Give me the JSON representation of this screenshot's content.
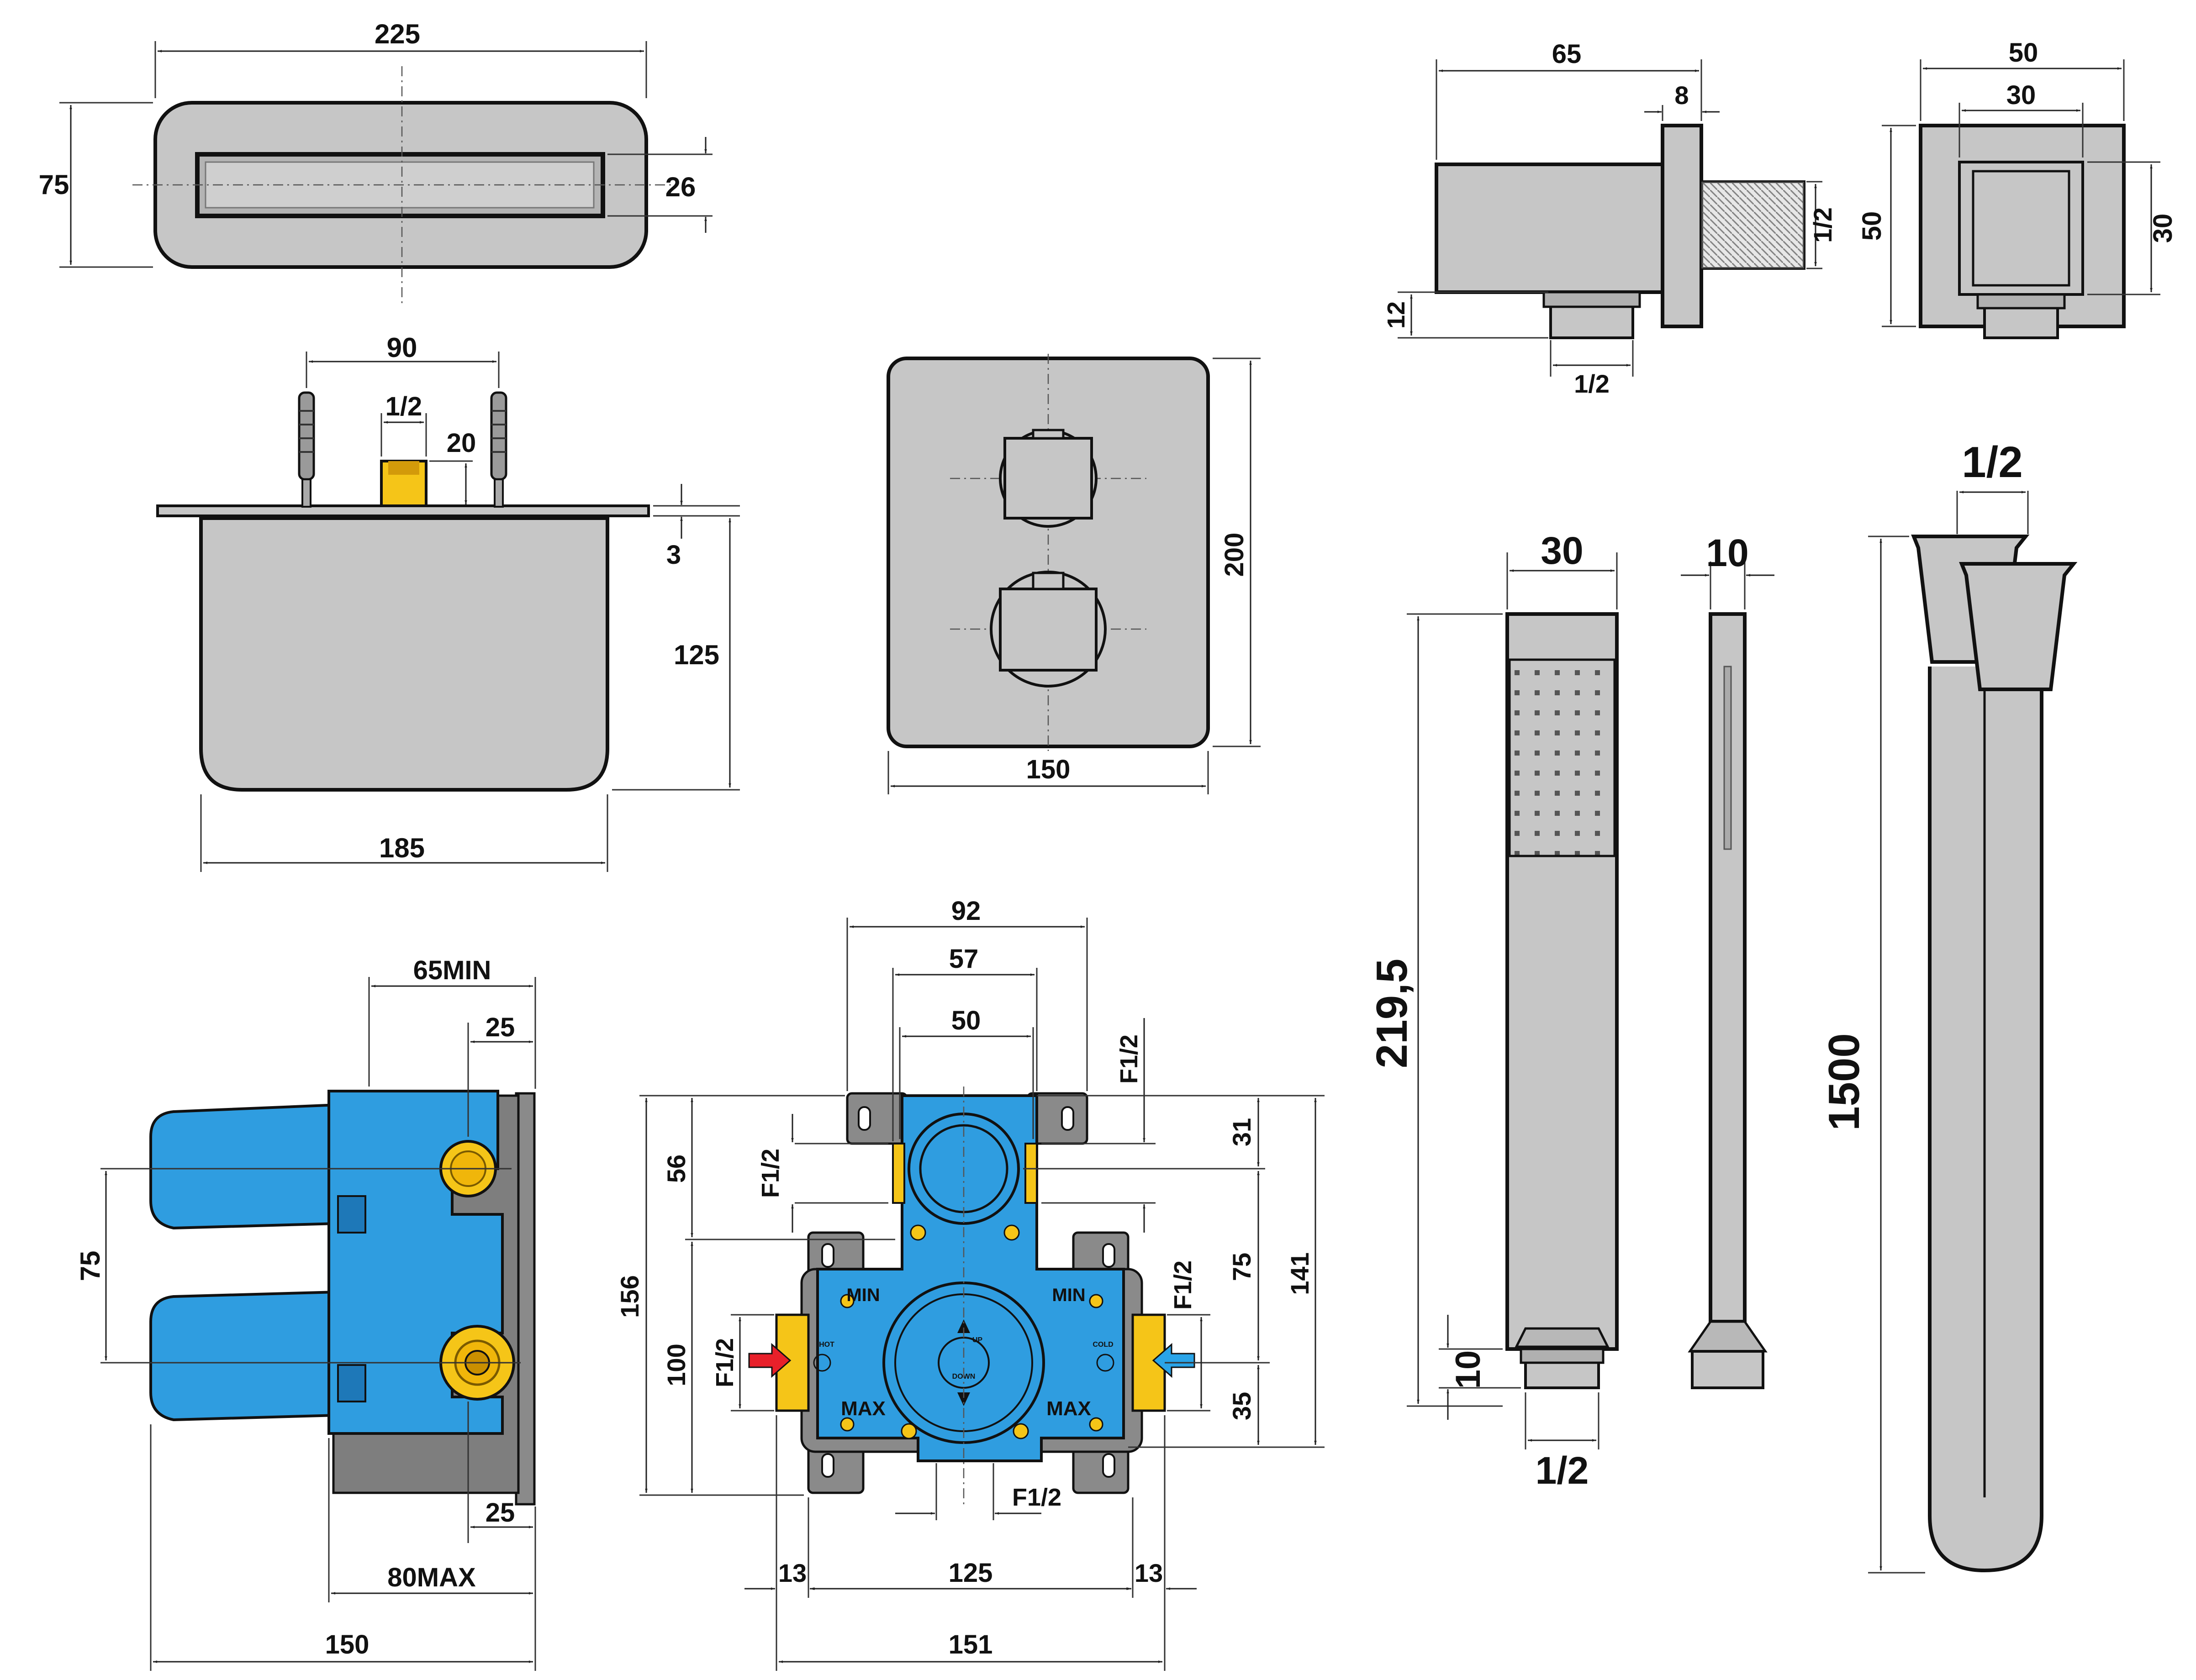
{
  "colors": {
    "steel": "#c6c6c6",
    "steel_dark": "#a9a9a9",
    "body_blue": "#2f9de0",
    "body_blue_dark": "#1e78b8",
    "bracket_gray": "#8a8a8a",
    "brass": "#f5c518",
    "brass_dark": "#d39a0a",
    "hot_arrow": "#e8202a",
    "cold_arrow": "#2aa4e8"
  },
  "spout_top": {
    "width": "225",
    "height": "75",
    "slot_height": "26"
  },
  "spout_side": {
    "anchor_spacing": "90",
    "inlet": "1/2",
    "inlet_height": "20",
    "plate": "3",
    "depth": "125",
    "width": "185"
  },
  "plate": {
    "height": "200",
    "width": "150"
  },
  "outlet_side": {
    "length": "65",
    "flange": "8",
    "thread": "1/2",
    "offset": "12",
    "outlet": "1/2"
  },
  "outlet_front": {
    "width": "50",
    "inner_width": "30",
    "height": "50",
    "inner_height": "30"
  },
  "body_side": {
    "depth_min": "65MIN",
    "port_offset_top": "25",
    "port_spacing": "75",
    "port_offset_bottom": "25",
    "depth_max": "80MAX",
    "total": "150"
  },
  "body_front": {
    "w92": "92",
    "w57": "57",
    "w50": "50",
    "top_outlet": "F1/2",
    "left_top": "F1/2",
    "h31": "31",
    "h56": "56",
    "h156": "156",
    "h100": "100",
    "h75": "75",
    "h141": "141",
    "h35": "35",
    "left_inlet": "F1/2",
    "right_inlet": "F1/2",
    "bottom_outlet": "F1/2",
    "w13_left": "13",
    "w125": "125",
    "w13_right": "13",
    "w151": "151",
    "label_min_left": "MIN",
    "label_min_right": "MIN",
    "label_max_left": "MAX",
    "label_max_right": "MAX",
    "label_up": "UP",
    "label_down": "DOWN",
    "label_hot": "HOT",
    "label_cold": "COLD"
  },
  "hand_shower": {
    "width": "30",
    "thickness": "10",
    "length": "219,5",
    "nut": "10",
    "thread": "1/2"
  },
  "hose": {
    "connector": "1/2",
    "length": "1500"
  }
}
